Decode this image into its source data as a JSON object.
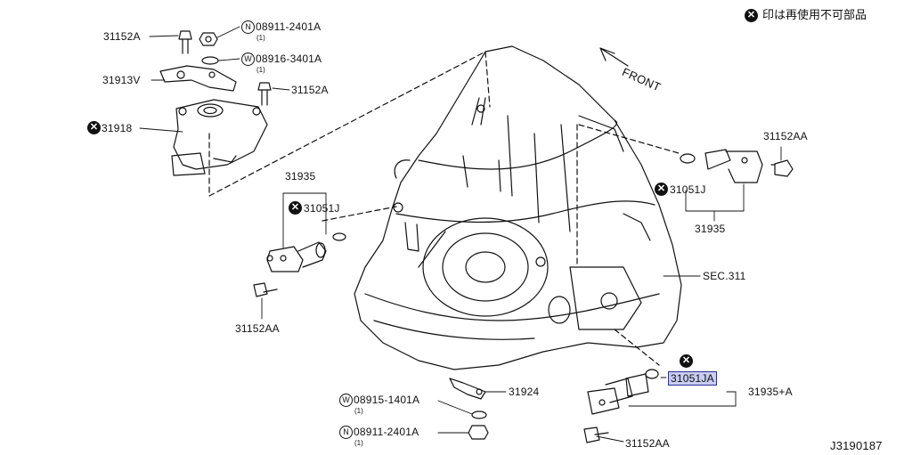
{
  "legend": {
    "mark": "✕",
    "text": "印は再使用不可部品"
  },
  "labels": {
    "p31152a_1": "31152A",
    "n08911_1": "08911-2401A",
    "qty1": "(1)",
    "w08916": "08916-3401A",
    "qty2": "(1)",
    "p31913v": "31913V",
    "p31152a_2": "31152A",
    "p31918": "31918",
    "p31935_left": "31935",
    "p31051j_left": "31051J",
    "p31152aa_left": "31152AA",
    "front": "FRONT",
    "p31152aa_right": "31152AA",
    "p31051j_right": "31051J",
    "p31935_right": "31935",
    "sec311": "SEC.311",
    "p31051ja": "31051JA",
    "p31935plus": "31935+A",
    "p31924": "31924",
    "w08915": "08915-1401A",
    "qty3": "(1)",
    "n08911_2": "08911-2401A",
    "qty4": "(1)",
    "p31152aa_bottom": "31152AA",
    "code": "J3190187"
  },
  "symbols": {
    "n": "N",
    "w": "W",
    "x": "✕"
  },
  "colors": {
    "highlight_fill": "#c9cdf2",
    "highlight_border": "#2b2f8f",
    "line": "#111111"
  }
}
